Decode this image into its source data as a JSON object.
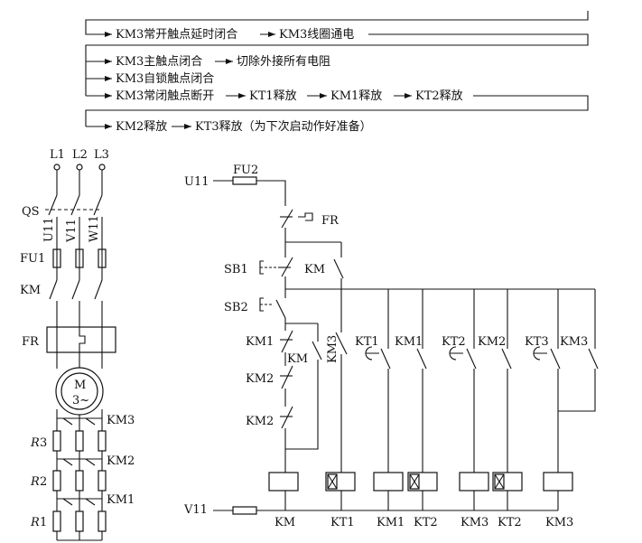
{
  "sequence": {
    "row1": [
      "KM3常开触点延时闭合",
      "KM3线圈通电"
    ],
    "row2a": [
      "KM3主触点闭合",
      "切除外接所有电阻"
    ],
    "row2b": [
      "KM3自锁触点闭合"
    ],
    "row2c": [
      "KM3常闭触点断开",
      "KT1释放",
      "KM1释放",
      "KT2释放"
    ],
    "row3": [
      "KM2释放",
      "KT3释放（为下次启动作好准备）"
    ]
  },
  "main_circuit": {
    "phases": [
      "L1",
      "L2",
      "L3"
    ],
    "switch": "QS",
    "lines": [
      "U11",
      "V11",
      "W11"
    ],
    "fuse": "FU1",
    "contactor": "KM",
    "overload": "FR",
    "motor": [
      "M",
      "3~"
    ],
    "resistors": [
      {
        "label": "R",
        "num": "3",
        "contact": "KM3"
      },
      {
        "label": "R",
        "num": "2",
        "contact": "KM2"
      },
      {
        "label": "R",
        "num": "1",
        "contact": "KM1"
      }
    ]
  },
  "control_circuit": {
    "supply_top": "U11",
    "supply_bottom": "V11",
    "fuse": "FU2",
    "overload_contact": "FR",
    "stop_button": "SB1",
    "start_button": "SB2",
    "hold_contact": "KM",
    "series_contacts": [
      "KM1",
      "KM2",
      "KM2"
    ],
    "branch_km": "KM",
    "branch_contacts": [
      "KM3",
      "KT1",
      "KM1",
      "KT2",
      "KM2",
      "KT3",
      "KM3"
    ],
    "coils": [
      "KM",
      "KT1",
      "KM1",
      "KT2",
      "KM3",
      "KT2",
      "KM3"
    ]
  }
}
